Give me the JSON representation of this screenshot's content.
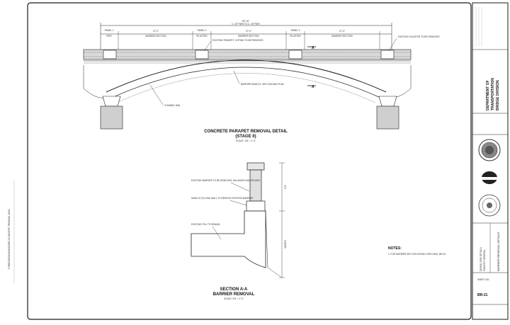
{
  "drawing": {
    "top_dimension": "97'-6\"",
    "top_dimension_sub": "C. OF PIER TO C. OF PIER",
    "spans": [
      {
        "label": "PANEL 1",
        "sub": "PIER"
      },
      {
        "label": "27'-0\"",
        "sub": "BARRIER SECTION"
      },
      {
        "label": "PANEL 2",
        "sub": "PILASTER"
      },
      {
        "label": "27'-0\"",
        "sub": "BARRIER SECTION"
      },
      {
        "label": "PANEL 3",
        "sub": "PILASTER"
      },
      {
        "label": "27'-0\"",
        "sub": "BARRIER SECTION"
      }
    ],
    "callouts": {
      "existing_parapet": "EXISTING PARAPET, COPING TO BE REMOVED",
      "existing_pilaster": "EXISTING PILASTER TO BE REMOVED",
      "barrier_sawcut": "BARRIER SAWCUT, SEE STAGING PLAN",
      "channel_rail": "CHANNEL RAIL",
      "section_mark_a": "A",
      "section_mark_b": "A"
    },
    "detail_title": "CONCRETE PARAPET REMOVAL DETAIL",
    "detail_subtitle": "(STAGE II)",
    "detail_scale": "SCALE: 1/8\" = 1'-0\"",
    "section_callouts": {
      "existing_barrier": "EXISTING BARRIER TO BE REMOVED, SALVAGED AND REUSED",
      "sawcut": "SAWCUT (FLUSH) WALL TO REMOVE EXISTING BARRIER",
      "existing_fill": "EXISTING FILL TO REMAIN"
    },
    "section_dims": {
      "upper": "3'-6\"",
      "lower": "VARIES"
    },
    "section_title": "SECTION A-A",
    "section_subtitle": "BARRIER REMOVAL",
    "section_scale": "SCALE: 3/4\" = 1'-0\"",
    "notes_heading": "NOTES:",
    "notes": [
      "1. FOR BARRIER SECTION DETAILS SEE DWG. BR-20."
    ]
  },
  "margin_text": "P:\\BRIDGE\\DRAWINGS\\BR-21 PARAPET REMOVAL.DWG",
  "title_block": {
    "header_lines": [
      "DEPARTMENT OF",
      "TRANSPORTATION",
      "BRIDGE DIVISION"
    ],
    "project_lines": [
      "DEMOLITION DETAILS",
      "PARAPET REMOVAL"
    ],
    "sheet_title": "BARRIER REMOVAL DETAILS",
    "sheet_number": "BR-21",
    "sheet_label": "SHEET NO.",
    "colors": {
      "line": "#1a1a1a",
      "seal": "#333333"
    }
  }
}
